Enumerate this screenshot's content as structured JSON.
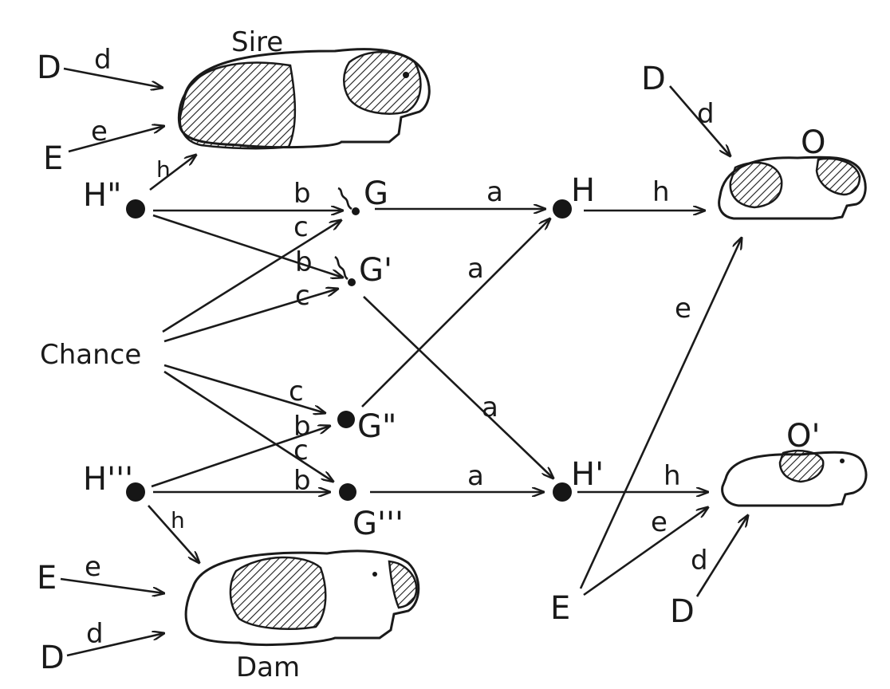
{
  "figure": {
    "animals": {
      "sire": "Sire",
      "dam": "Dam",
      "offspring": "O",
      "offspring2": "O'"
    },
    "nodes": {
      "h2": "H\"",
      "h3": "H'''",
      "chance": "Chance",
      "g": "G",
      "g1": "G'",
      "g2": "G\"",
      "g3": "G'''",
      "h": "H",
      "h1": "H'",
      "d_sire": "D",
      "e_sire": "E",
      "e_dam": "E",
      "d_dam": "D",
      "d_o": "D",
      "e_bottom": "E",
      "d_o2": "D"
    },
    "paths": {
      "a": "a",
      "b": "b",
      "c": "c",
      "d": "d",
      "e": "e",
      "h": "h"
    }
  }
}
